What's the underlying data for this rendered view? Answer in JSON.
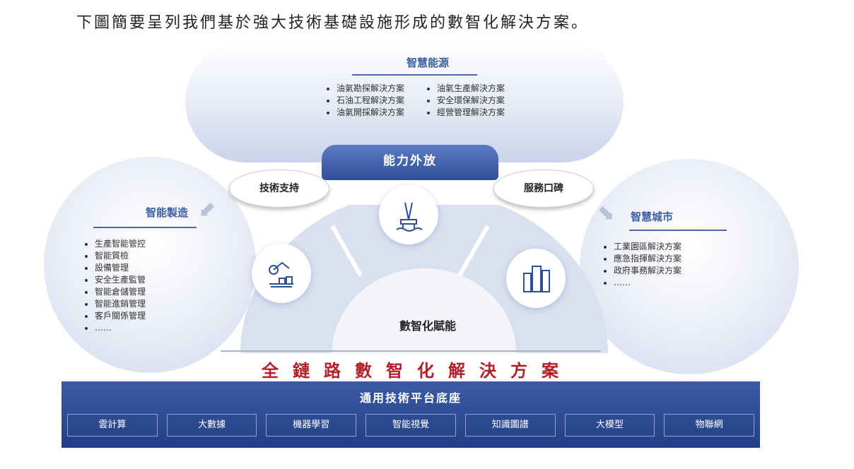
{
  "heading": "下圖簡要呈列我們基於強大技術基礎設施形成的數智化解決方案。",
  "energy": {
    "title": "智慧能源",
    "col1": [
      "油氣勘探解決方案",
      "石油工程解決方案",
      "油氣開採解決方案"
    ],
    "col2": [
      "油氣生產解決方案",
      "安全環保解決方案",
      "經營管理解決方案"
    ]
  },
  "manufacturing": {
    "title": "智能製造",
    "items": [
      "生產智能管控",
      "智能質檢",
      "設備管理",
      "安全生產監管",
      "智能倉儲管理",
      "智能進銷管理",
      "客戶關係管理",
      "……"
    ]
  },
  "city": {
    "title": "智慧城市",
    "items": [
      "工業園區解決方案",
      "應急指揮解決方案",
      "政府事務解決方案",
      "……"
    ]
  },
  "capability": "能力外放",
  "tech_support": "技術支持",
  "service": "服務口碑",
  "center": "數智化賦能",
  "slogan": "全鏈路數智化解決方案",
  "platform": {
    "title": "通用技術平台底座",
    "items": [
      "雲計算",
      "大數據",
      "機器學習",
      "智能視覺",
      "知識圖譜",
      "大模型",
      "物聯網"
    ]
  }
}
